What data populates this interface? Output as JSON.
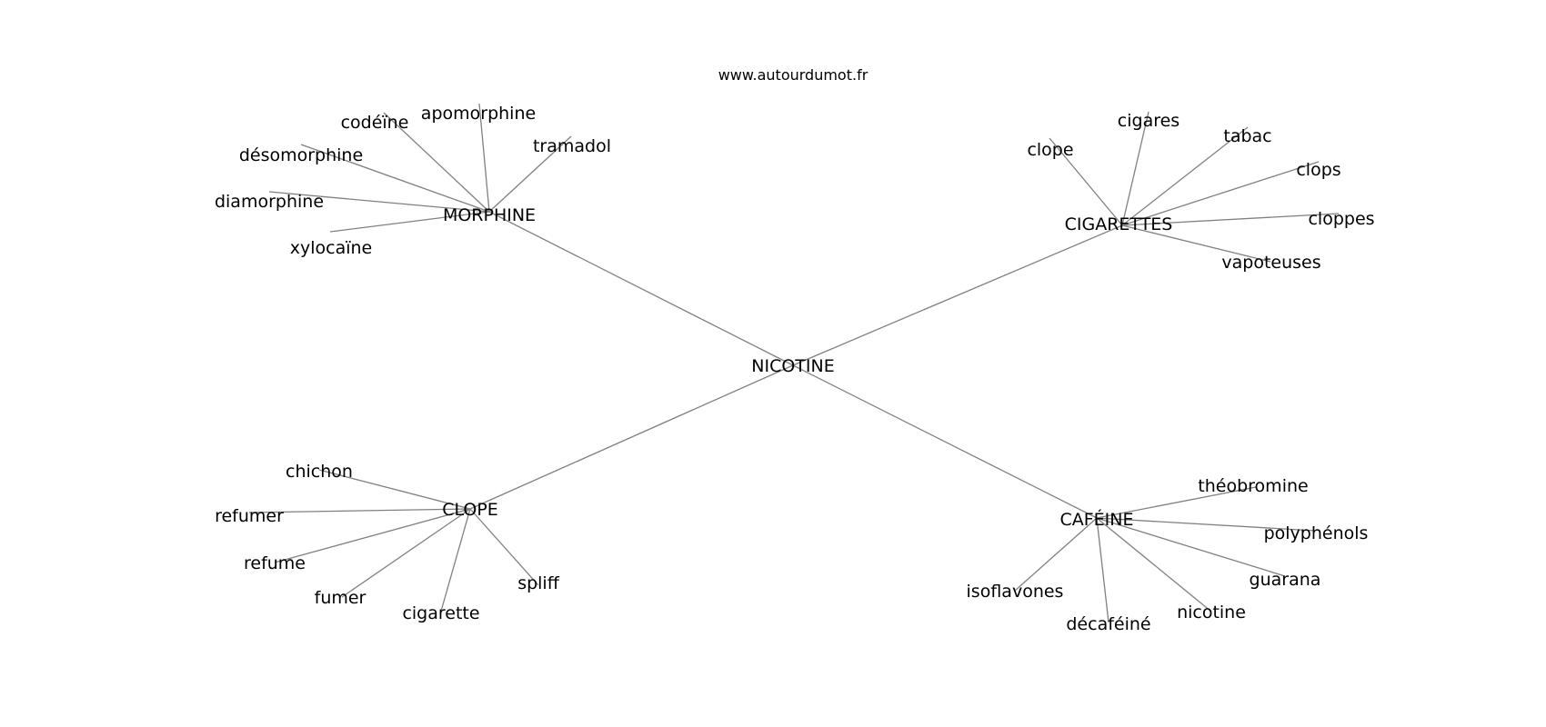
{
  "watermark": "www.autourdumot.fr",
  "edge_color": "#808080",
  "graph": {
    "center": "NICOTINE",
    "hubs": [
      {
        "label": "MORPHINE",
        "leaves": [
          "codéïne",
          "apomorphine",
          "tramadol",
          "désomorphine",
          "diamorphine",
          "xylocaïne"
        ]
      },
      {
        "label": "CIGARETTES",
        "leaves": [
          "clope",
          "cigares",
          "tabac",
          "clops",
          "cloppes",
          "vapoteuses"
        ]
      },
      {
        "label": "CLOPE",
        "leaves": [
          "chichon",
          "refumer",
          "refume",
          "fumer",
          "cigarette",
          "spliff"
        ]
      },
      {
        "label": "CAFÉINE",
        "leaves": [
          "théobromine",
          "polyphénols",
          "guarana",
          "nicotine",
          "décaféiné",
          "isoflavones"
        ]
      }
    ]
  }
}
